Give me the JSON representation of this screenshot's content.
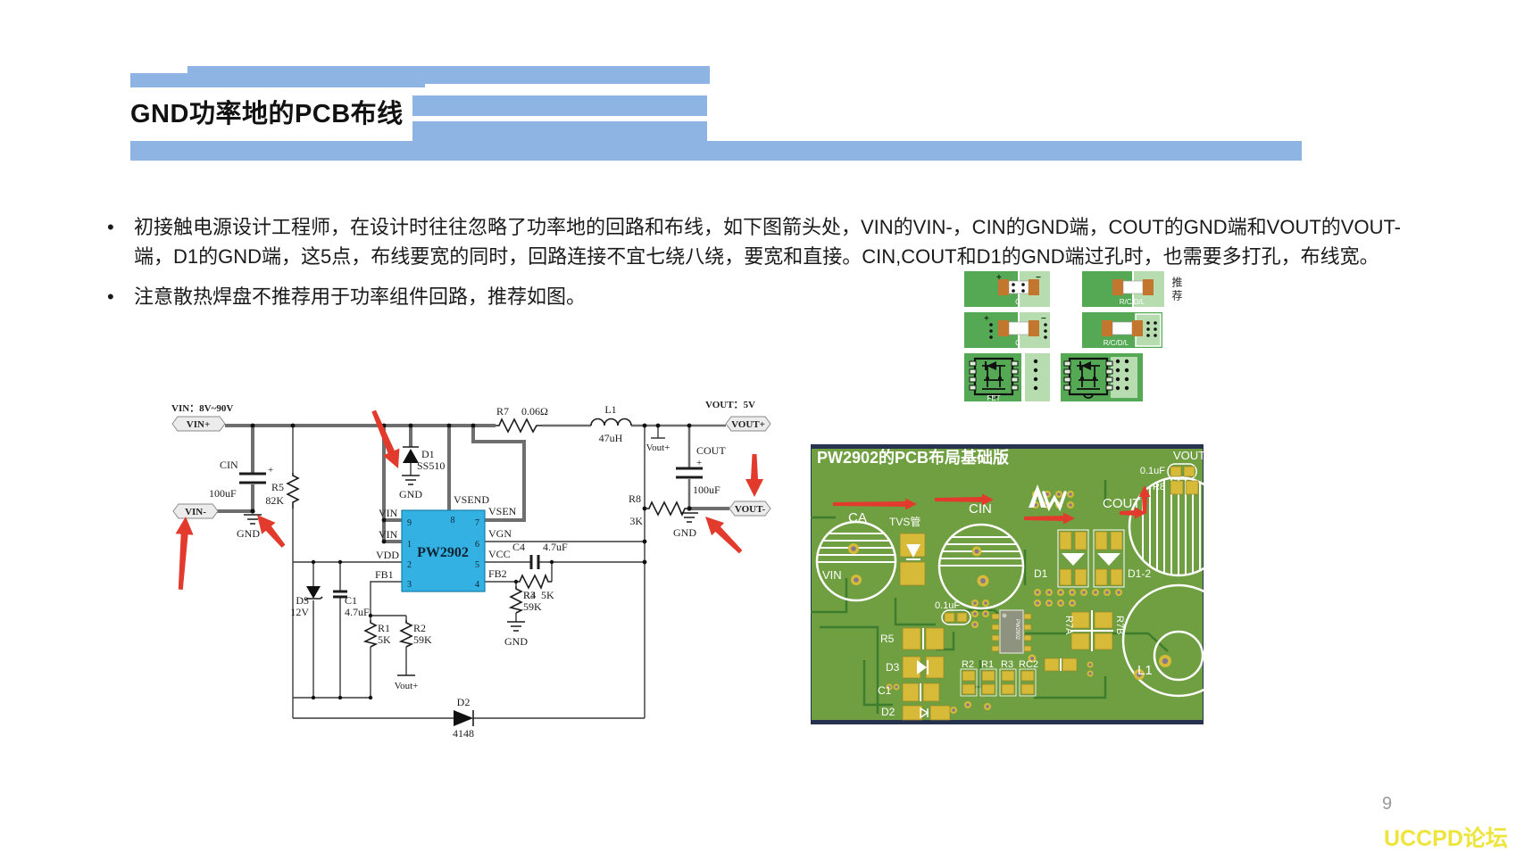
{
  "slide": {
    "title": "GND功率地的PCB布线",
    "bullet1": "初接触电源设计工程师，在设计时往往忽略了功率地的回路和布线，如下图箭头处，VIN的VIN-，CIN的GND端，COUT的GND端和VOUT的VOUT-端，D1的GND端，这5点，布线要宽的同时，回路连接不宜七绕八绕，要宽和直接。CIN,COUT和D1的GND端过孔时，也需要多打孔，布线宽。",
    "bullet2": "注意散热焊盘不推荐用于功率组件回路，推荐如图。",
    "page_number": "9",
    "watermark": "UCCPD论坛"
  },
  "colors": {
    "accent_blue": "#8DB4E2",
    "chip_blue": "#33B1E3",
    "pcb_green": "#6F9F41",
    "pad_yellow": "#D6BA38",
    "arrow_red": "#E23B2E",
    "watermark_yellow": "#EDE43C"
  },
  "schematic": {
    "labels": {
      "vin_range": "VIN：8V~90V",
      "vout_range": "VOUT：5V",
      "vin_plus": "VIN+",
      "vin_minus": "VIN-",
      "vout_plus": "VOUT+",
      "vout_minus": "VOUT-",
      "cin": "CIN",
      "cin_value": "100uF",
      "gnd": "GND",
      "plus": "+",
      "r5": "R5",
      "r5_value": "82K",
      "d1": "D1",
      "d1_value": "SS510",
      "chip": "PW2902",
      "vsend": "VSEND",
      "vsen": "VSEN",
      "vgn": "VGN",
      "vcc": "VCC",
      "vdd": "VDD",
      "fb1": "FB1",
      "fb2": "FB2",
      "vin_pin": "VIN",
      "r7": "R7",
      "r7_value": "0.06Ω",
      "l1": "L1",
      "l1_value": "47uH",
      "vout_node": "Vout+",
      "cout": "COUT",
      "cout_value": "100uF",
      "r8": "R8",
      "r8_value": "3K",
      "c4": "C4",
      "c4_value": "4.7uF",
      "r3": "R3",
      "r3_value": "5K",
      "r4": "R4",
      "r4_value": "59K",
      "d3": "D3",
      "d3_value": "12V",
      "c1": "C1",
      "c1_value": "4.7uF",
      "r1": "R1",
      "r1_value": "5K",
      "r2": "R2",
      "r2_value": "59K",
      "d2": "D2",
      "d2_value": "4148"
    },
    "pins": {
      "p1": "1",
      "p2": "2",
      "p3": "3",
      "p4": "4",
      "p5": "5",
      "p6": "6",
      "p7": "7",
      "p8": "8",
      "p9": "9"
    }
  },
  "pad_recommendation": {
    "cap_label": "C",
    "rcdl_label": "R/C/D/L",
    "fet_label": "FET",
    "recommend": "推荐",
    "plus": "+",
    "minus": "−"
  },
  "pcb": {
    "title": "PW2902的PCB布局基础版",
    "labels": {
      "vout": "VOUT",
      "cap_top": "0.1uF",
      "r8": "R8",
      "cout": "COUT",
      "cin": "CIN",
      "ca": "CA",
      "tvs": "TVS管",
      "vin": "VIN",
      "d1": "D1",
      "d1_2": "D1-2",
      "r7a": "R7A",
      "r7b": "R7B",
      "cap_mid": "0.1uF",
      "r5": "R5",
      "d3": "D3",
      "c1": "C1",
      "d2": "D2",
      "r2": "R2",
      "r1": "R1",
      "r3": "R3",
      "rc2": "RC2",
      "l1": "L1",
      "ic": "PW2902"
    }
  }
}
